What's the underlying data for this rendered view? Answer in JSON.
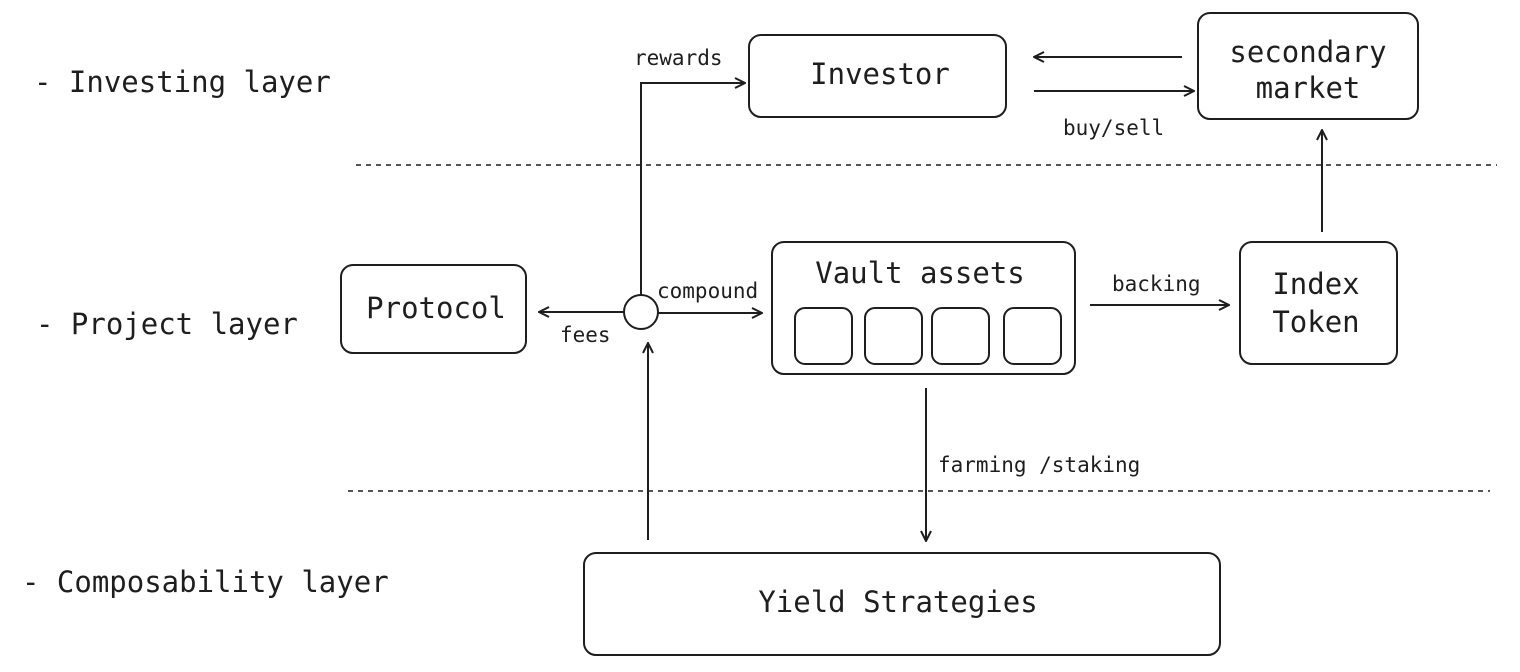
{
  "layers": {
    "investing": {
      "label": "- Investing layer",
      "color": "#2f9e44"
    },
    "project": {
      "label": "- Project layer",
      "color": "#1971c2"
    },
    "composability": {
      "label": "- Composability layer",
      "color": "#6741d9"
    }
  },
  "nodes": {
    "investor": "Investor",
    "secondary_market": [
      "secondary",
      "market"
    ],
    "protocol": "Protocol",
    "vault_assets": "Vault assets",
    "index_token": [
      "Index",
      "Token"
    ],
    "yield_strategies": "Yield Strategies"
  },
  "edges": {
    "rewards": "rewards",
    "buy_sell": "buy/sell",
    "compound": "compound",
    "fees": "fees",
    "backing": "backing",
    "farming_staking": "farming /staking"
  }
}
